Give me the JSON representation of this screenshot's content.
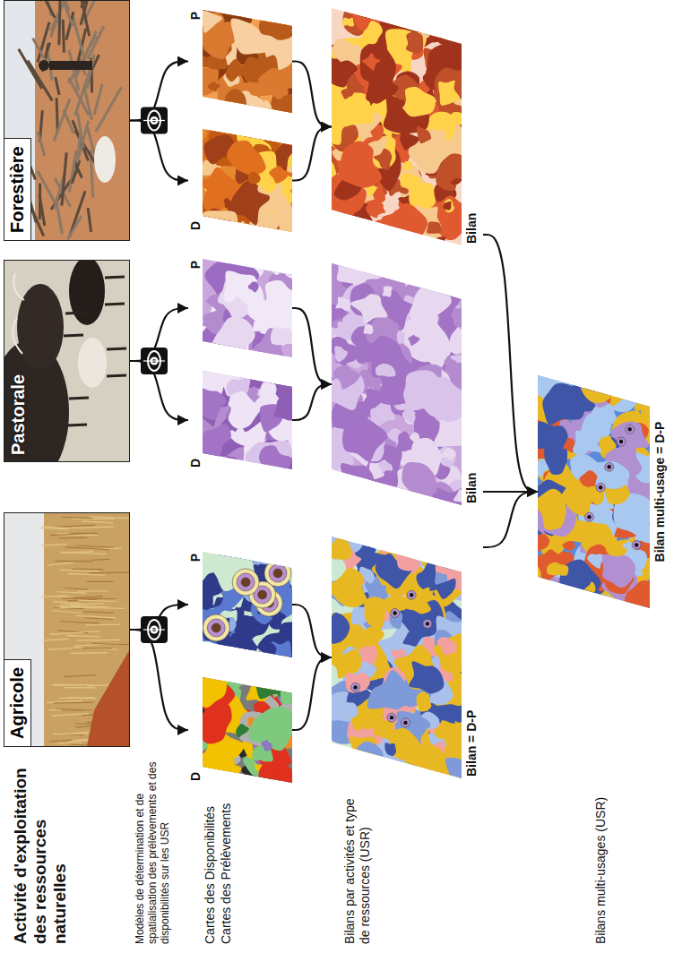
{
  "diagram": {
    "nodes": [
      {
        "text": [
          "Agricole"
        ]
      },
      {
        "text": [
          "Pastorale"
        ]
      },
      {
        "text": [
          "Forestière"
        ]
      },
      {
        "text": [
          "D"
        ]
      },
      {
        "text": [
          "P"
        ]
      },
      {
        "text": [
          "D"
        ]
      },
      {
        "text": [
          "P"
        ]
      },
      {
        "text": [
          "D"
        ]
      },
      {
        "text": [
          "P"
        ]
      },
      {
        "text": [
          "Bilan = D-P"
        ]
      },
      {
        "text": [
          "Bilan"
        ]
      },
      {
        "text": [
          "Bilan"
        ]
      },
      {
        "text": [
          "Bilan multi-usage = D-P"
        ]
      }
    ],
    "edges": [
      {
        "from": 0,
        "to": 3,
        "arrow": "to"
      },
      {
        "from": 0,
        "to": 4,
        "arrow": "to"
      },
      {
        "from": 1,
        "to": 5,
        "arrow": "to"
      },
      {
        "from": 1,
        "to": 6,
        "arrow": "to"
      },
      {
        "from": 2,
        "to": 7,
        "arrow": "to"
      },
      {
        "from": 2,
        "to": 8,
        "arrow": "to"
      },
      {
        "from": 3,
        "to": 9,
        "arrow": "to"
      },
      {
        "from": 4,
        "to": 9,
        "arrow": "to"
      },
      {
        "from": 5,
        "to": 10,
        "arrow": "to"
      },
      {
        "from": 6,
        "to": 10,
        "arrow": "to"
      },
      {
        "from": 7,
        "to": 11,
        "arrow": "to"
      },
      {
        "from": 8,
        "to": 11,
        "arrow": "to"
      },
      {
        "from": 9,
        "to": 12,
        "arrow": "to"
      },
      {
        "from": 10,
        "to": 12,
        "arrow": "to"
      },
      {
        "from": 11,
        "to": 12,
        "arrow": "to"
      }
    ],
    "labels": [
      "Activité d'exploitation des ressources naturelles",
      "Modèles de détermination et de spatialisation des prélèvements et des disponibilités sur les USR",
      "Cartes des Disponibilités",
      "Cartes des Prélèvements",
      "Bilans par activités et type de ressources (USR)",
      "Bilans multi-usages (USR)"
    ]
  }
}
